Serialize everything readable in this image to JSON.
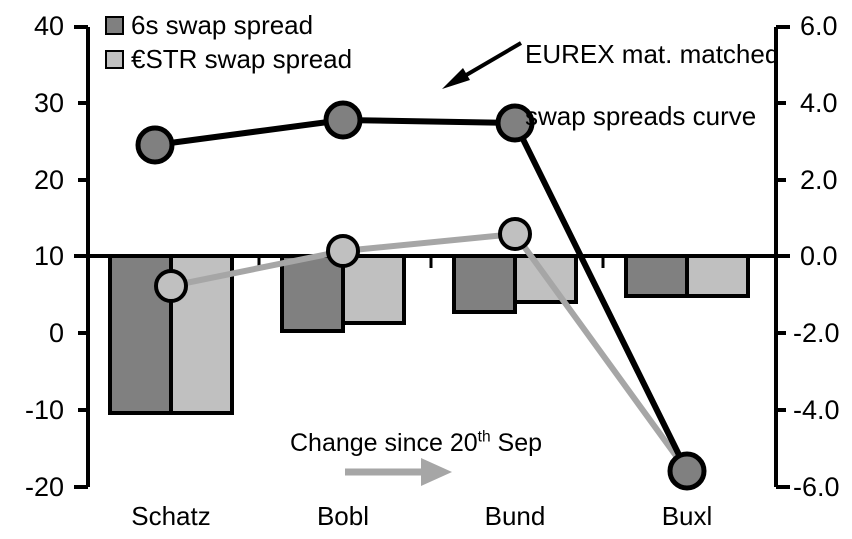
{
  "chart_data": {
    "type": "bar",
    "title": "",
    "xlabel": "",
    "categories": [
      "Schatz",
      "Bobl",
      "Bund",
      "Buxl"
    ],
    "grid": false,
    "legend_position": "top-left",
    "left_axis": {
      "label": "",
      "ylim": [
        -20,
        40
      ],
      "ticks": [
        40,
        30,
        20,
        10,
        0,
        -10,
        -20
      ],
      "tick_labels": [
        "40",
        "30",
        "20",
        "10",
        "0",
        "-10",
        "-20"
      ]
    },
    "right_axis": {
      "label": "",
      "ylim": [
        -6.0,
        6.0
      ],
      "ticks": [
        6.0,
        4.0,
        2.0,
        0.0,
        -2.0,
        -4.0,
        -6.0
      ],
      "tick_labels": [
        "6.0",
        "4.0",
        "2.0",
        "0.0",
        "-2.0",
        "-4.0",
        "-6.0"
      ]
    },
    "series": [
      {
        "name": "6s swap spread",
        "type": "bar",
        "axis": "right",
        "color": "#808080",
        "values": [
          -4.1,
          -1.95,
          -1.45,
          -1.05
        ]
      },
      {
        "name": "€STR swap spread",
        "type": "bar",
        "axis": "right",
        "color": "#c0c0c0",
        "values": [
          -4.1,
          -1.75,
          -1.2,
          -1.05
        ]
      },
      {
        "name": "EUREX mat. matched swap spreads curve",
        "type": "line",
        "axis": "left",
        "color": "#000000",
        "marker_fill": "#808080",
        "values": [
          24.6,
          27.9,
          27.4,
          -18.0
        ]
      },
      {
        "name": "Change since 20th Sep",
        "type": "line",
        "axis": "left",
        "color": "#a6a6a6",
        "marker_fill": "#c0c0c0",
        "values": [
          6.1,
          10.6,
          12.8,
          -18.0
        ]
      }
    ],
    "annotations": [
      {
        "id": "eurex",
        "text": "EUREX mat. matched\nswap spreads curve",
        "arrow": "down-left",
        "color": "#000000"
      },
      {
        "id": "change",
        "text": "Change since 20",
        "sup": "th",
        "text_tail": " Sep",
        "arrow": "right",
        "color": "#a6a6a6"
      }
    ]
  },
  "legend": {
    "items": [
      {
        "label": "6s swap spread",
        "color": "#808080"
      },
      {
        "label": "€STR swap spread",
        "color": "#c0c0c0"
      }
    ]
  },
  "annotations": {
    "eurex_line1": "EUREX mat. matched",
    "eurex_line2": "swap spreads curve",
    "change_head": "Change since 20",
    "change_sup": "th",
    "change_tail": " Sep"
  }
}
